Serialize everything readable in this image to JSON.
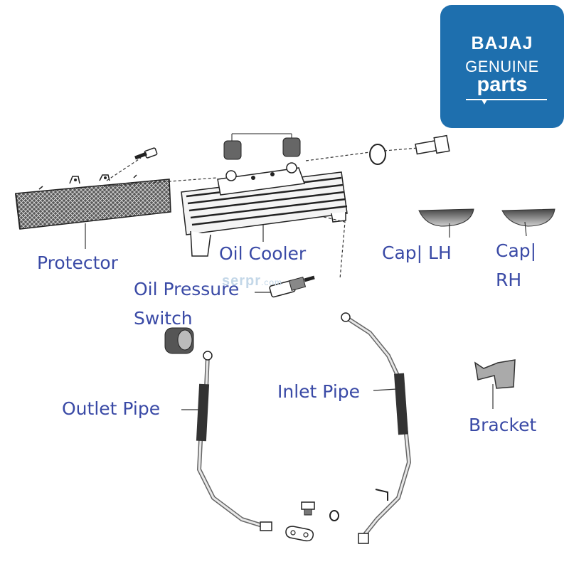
{
  "logo": {
    "line1": "BAJAJ",
    "line2": "GENUINE",
    "line3": "parts"
  },
  "watermark": "serpr",
  "watermark_suffix": ".com",
  "labels": {
    "protector": "Protector",
    "oil_cooler": "Oil Cooler",
    "cap_lh": "Cap|  LH",
    "cap_rh_line1": "Cap|",
    "cap_rh_line2": "RH",
    "oil_pressure_switch_line1": "Oil Pressure",
    "oil_pressure_switch_line2": "Switch",
    "inlet_pipe": "Inlet Pipe",
    "outlet_pipe": "Outlet Pipe",
    "bracket": "Bracket"
  },
  "colors": {
    "label": "#3a4aa6",
    "logo_bg": "#1e6fae",
    "line": "#333333"
  }
}
